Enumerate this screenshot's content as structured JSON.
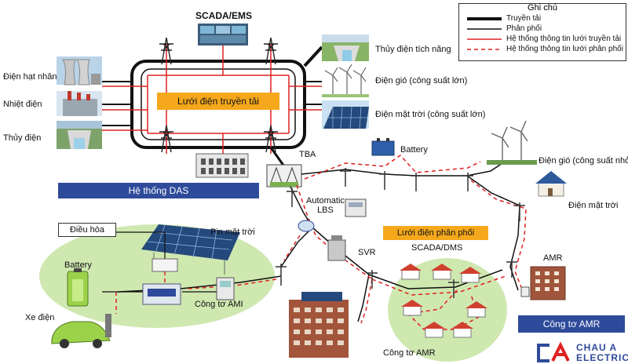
{
  "scada_ems": "SCADA/EMS",
  "transmission_grid": "Lưới điện truyền tải",
  "sources_left": {
    "nuclear": "Điện hạt nhân",
    "thermal": "Nhiệt điện",
    "hydro": "Thủy điện"
  },
  "sources_right": {
    "pumped_storage": "Thủy điện tích năng",
    "wind_large": "Điện gió (công suất lớn)",
    "solar_large": "Điện mặt trời (công suất lớn)"
  },
  "das": "Hệ thống DAS",
  "tba": "TBA",
  "automatic_lbs": "Automatic\nLBS",
  "battery_top": "Battery",
  "wind_small": "Điện gió (công suất nhỏ)",
  "solar_small": "Điện mặt trời",
  "distribution_grid": "Lưới điện phân phối",
  "svr": "SVR",
  "scada_dms": "SCADA/DMS",
  "amr": "AMR",
  "amr_meter": "Công tơ AMR",
  "amr_meter_bottom": "Công tơ AMR",
  "home": {
    "air_conditioner": "Điều hòa",
    "solar_panel": "Pin mặt trời",
    "battery": "Battery",
    "ami_meter": "Công tơ AMI",
    "ev": "Xe điện"
  },
  "legend": {
    "title": "Ghi chú",
    "transmission": "Truyền tải",
    "distribution": "Phân phối",
    "info_transmission": "Hệ thống thông tin lưới truyền tải",
    "info_distribution": "Hệ thống thông tin lưới phân phối"
  },
  "logo": {
    "line1": "CHAU A",
    "line2": "ELECTRIC"
  },
  "colors": {
    "blue_banner": "#2e4a9a",
    "orange_banner": "#f5a81c",
    "info_line": "#e02020",
    "green_area": "#cfe8b0"
  }
}
